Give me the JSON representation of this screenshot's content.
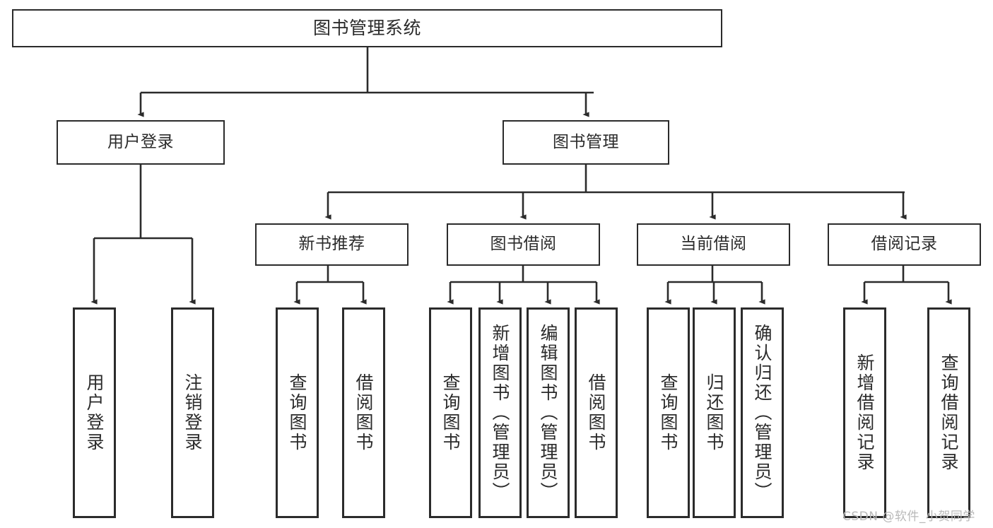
{
  "diagram": {
    "title": "图书管理系统",
    "type": "functional-structure-tree",
    "watermark": "CSDN @软件_小贺同学",
    "colors": {
      "border": "#2b2b2b",
      "background": "#ffffff",
      "edge": "#2b2b2b",
      "watermark": "#b9b9b9"
    },
    "nodes": {
      "root": {
        "label": "图书管理系统"
      },
      "level2": [
        {
          "label": "用户登录"
        },
        {
          "label": "图书管理"
        }
      ],
      "level3": [
        {
          "label": "新书推荐"
        },
        {
          "label": "图书借阅"
        },
        {
          "label": "当前借阅"
        },
        {
          "label": "借阅记录"
        }
      ],
      "leaves": {
        "user_login": [
          {
            "label": "用户登录"
          },
          {
            "label": "注销登录"
          }
        ],
        "new_book_recommend": [
          {
            "label": "查询图书"
          },
          {
            "label": "借阅图书"
          }
        ],
        "book_borrow": [
          {
            "label": "查询图书"
          },
          {
            "label": "新增图书（管理员）"
          },
          {
            "label": "编辑图书（管理员）"
          },
          {
            "label": "借阅图书"
          }
        ],
        "current_borrow": [
          {
            "label": "查询图书"
          },
          {
            "label": "归还图书"
          },
          {
            "label": "确认归还（管理员）"
          }
        ],
        "borrow_record": [
          {
            "label": "新增借阅记录"
          },
          {
            "label": "查询借阅记录"
          }
        ]
      }
    }
  }
}
